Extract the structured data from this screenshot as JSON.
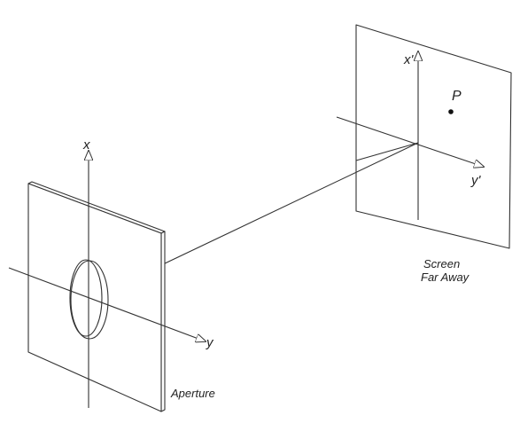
{
  "diagram": {
    "aperture": {
      "caption": "Aperture",
      "axis_x": "x",
      "axis_y": "y"
    },
    "screen": {
      "caption_line1": "Screen",
      "caption_line2": "Far Away",
      "axis_x": "x'",
      "axis_y": "y'"
    },
    "point": {
      "label": "P"
    }
  }
}
